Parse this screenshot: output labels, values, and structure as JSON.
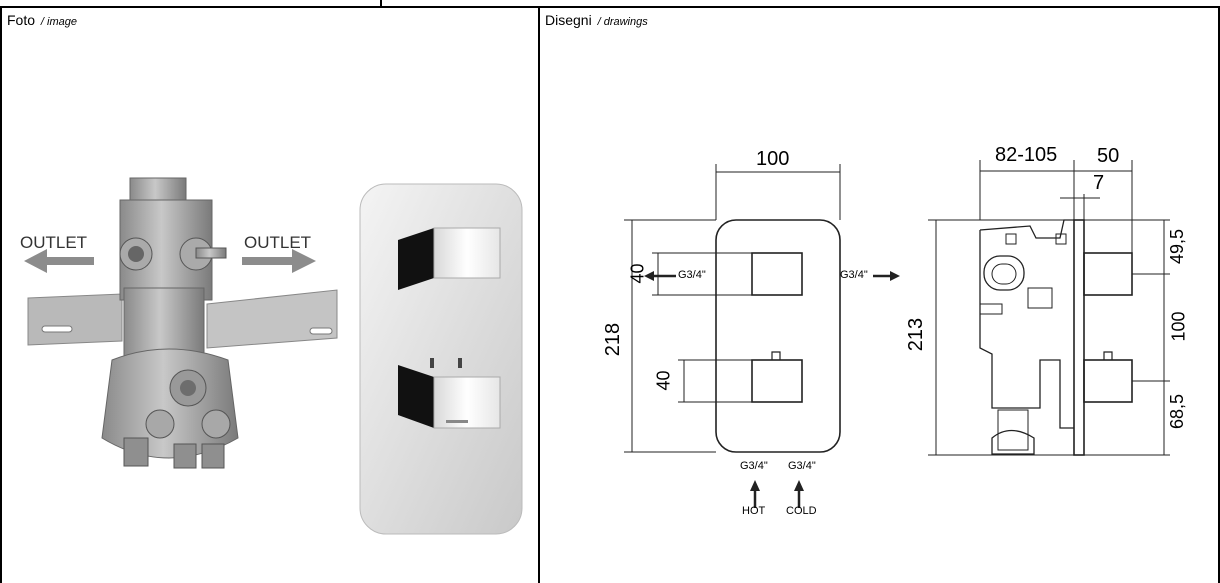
{
  "photo": {
    "title": "Foto",
    "subtitle": "/ image",
    "outlet_left": "OUTLET",
    "outlet_right": "OUTLET"
  },
  "drawings": {
    "title": "Disegni",
    "subtitle": "/ drawings",
    "front": {
      "width_dim": "100",
      "height_dim": "218",
      "handle_top_dim": "40",
      "handle_bottom_dim": "40",
      "inlet_left": "G3/4\"",
      "inlet_right": "G3/4\"",
      "bottom_hot_size": "G3/4\"",
      "bottom_cold_size": "G3/4\"",
      "hot": "HOT",
      "cold": "COLD"
    },
    "side": {
      "depth_dim": "82-105",
      "plate_dim": "50",
      "plate_thickness_dim": "7",
      "height_dim": "213",
      "dim_top": "49,5",
      "dim_mid": "100",
      "dim_bottom": "68,5"
    }
  }
}
